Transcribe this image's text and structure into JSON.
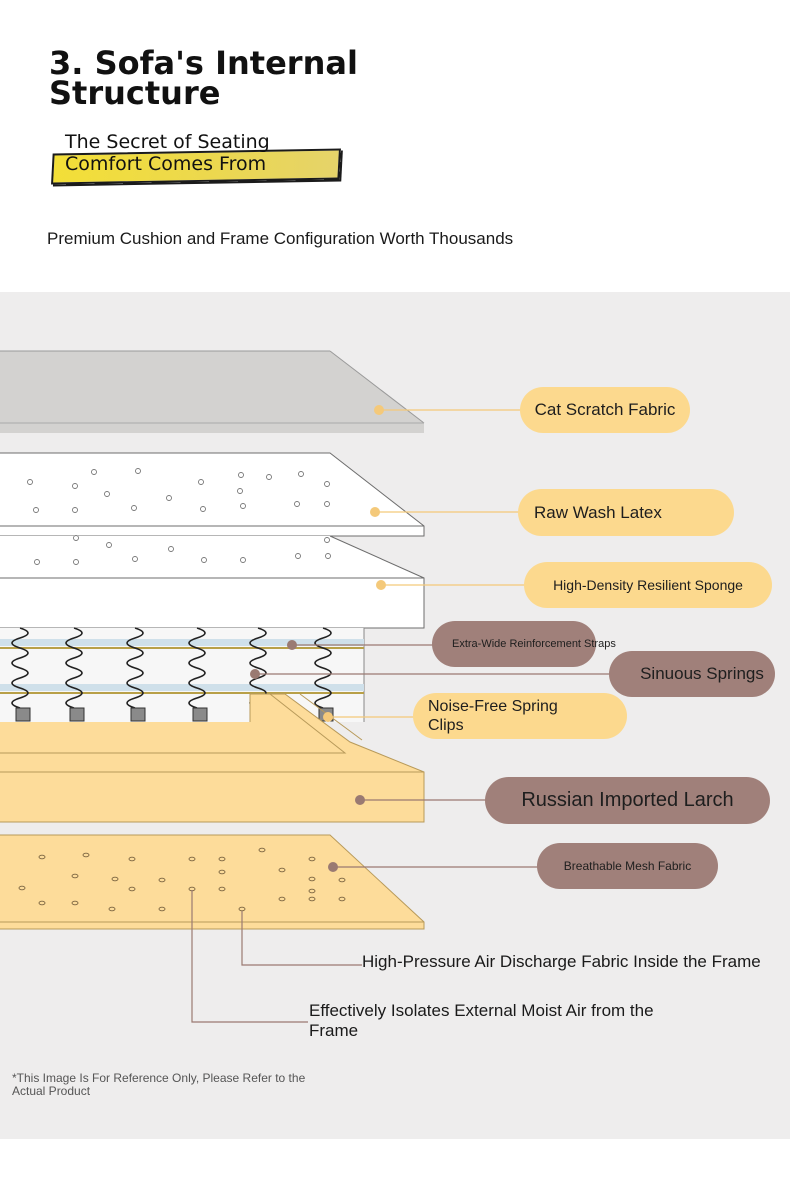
{
  "header": {
    "title": "3. Sofa's Internal Structure",
    "subtitle": "The Secret of Seating Comfort Comes From",
    "tagline": "Premium Cushion and Frame Configuration Worth Thousands"
  },
  "layers": [
    {
      "label": "Cat Scratch Fabric",
      "style": "gold"
    },
    {
      "label": "Raw Wash Latex",
      "style": "gold"
    },
    {
      "label": "High-Density Resilient Sponge",
      "style": "gold"
    },
    {
      "label": "Extra-Wide Reinforcement Straps",
      "style": "brown"
    },
    {
      "label": "Sinuous Springs",
      "style": "brown"
    },
    {
      "label": "Noise-Free Spring Clips",
      "style": "gold"
    },
    {
      "label": "Russian Imported Larch",
      "style": "brown"
    },
    {
      "label": "Breathable Mesh Fabric",
      "style": "brown"
    }
  ],
  "notes": [
    "High-Pressure Air Discharge Fabric Inside the Frame",
    "Effectively Isolates External Moist Air from the Frame"
  ],
  "disclaimer": "*This Image Is For Reference Only, Please Refer to the Actual Product",
  "colors": {
    "gold": "#fcd98e",
    "brown": "#a0807a",
    "wood": "#fddc9a",
    "fabric": "#d3d2d0",
    "foam": "#ffffff",
    "background": "#eeeded"
  }
}
